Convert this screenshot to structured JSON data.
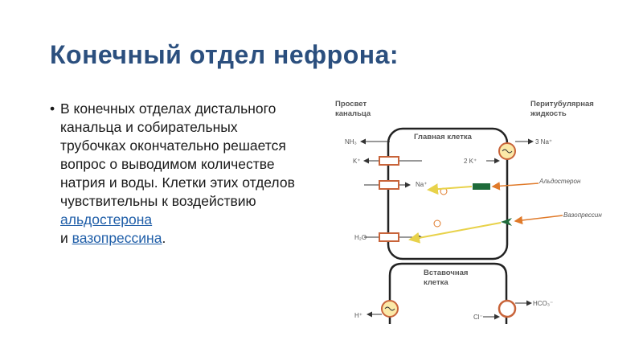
{
  "slide": {
    "title": "Конечный отдел нефрона:",
    "bullet": "•",
    "text_main": "В конечных отделах дистального канальца и собирательных трубочках окончательно решается вопрос о выводимом количестве натрия и воды. Клетки этих отделов чувствительны к воздействию ",
    "link_aldosterone": "альдостерона",
    "text_and": " и ",
    "link_vasopressin": "вазопрессина",
    "text_end": "."
  },
  "diagram": {
    "lumen_label_1": "Просвет",
    "lumen_label_2": "канальца",
    "peritub_label_1": "Перитубулярная",
    "peritub_label_2": "жидкость",
    "main_cell_label": "Главная клетка",
    "insert_cell_label_1": "Вставочная",
    "insert_cell_label_2": "клетка",
    "nh3": "NH₃",
    "k_left": "K⁺",
    "na_left": "Na⁺",
    "h2o": "H₂O",
    "na3": "3 Na⁺",
    "k2": "2 K⁺",
    "aldosterone": "Альдостерон",
    "vasopressin": "Вазопрессин",
    "h_plus": "H⁺",
    "cl_minus": "Cl⁻",
    "hco3": "HCO₃⁻",
    "colors": {
      "arrow_orange": "#e07a2a",
      "arrow_yellow": "#e8d24a",
      "channel": "#c8643a",
      "pump_fill": "#fbe9a8",
      "receptor_green": "#1e6b3a"
    }
  }
}
